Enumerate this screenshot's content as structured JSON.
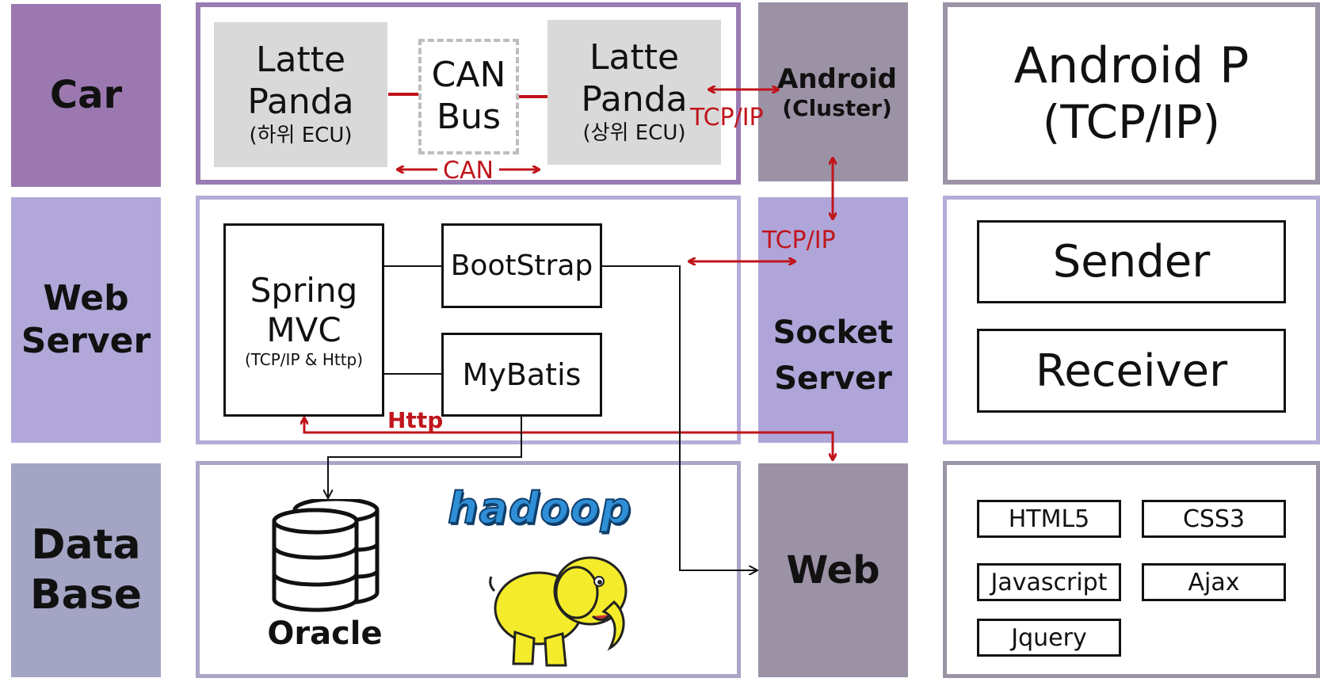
{
  "rows": {
    "car": [
      "Car"
    ],
    "web_server": [
      "Web",
      "Server"
    ],
    "database": [
      "Data",
      "Base"
    ]
  },
  "car": {
    "lower_ecu": {
      "line1": "Latte",
      "line2": "Panda",
      "sub": "(하위 ECU)"
    },
    "can_bus": {
      "line1": "CAN",
      "line2": "Bus"
    },
    "upper_ecu": {
      "line1": "Latte",
      "line2": "Panda",
      "sub": "(상위 ECU)"
    },
    "can_label": "CAN"
  },
  "android": {
    "title": "Android",
    "sub": "(Cluster)"
  },
  "socket_server": {
    "line1": "Socket",
    "line2": "Server"
  },
  "web": {
    "title": "Web"
  },
  "web_server": {
    "spring": {
      "line1": "Spring",
      "line2": "MVC",
      "sub": "(TCP/IP & Http)"
    },
    "bootstrap": "BootStrap",
    "mybatis": "MyBatis"
  },
  "database": {
    "oracle": "Oracle",
    "hadoop": "hadoop"
  },
  "connections": {
    "tcpip_car": "TCP/IP",
    "tcpip_socket": "TCP/IP",
    "http": "Http"
  },
  "right": {
    "android_p": {
      "line1": "Android P",
      "line2": "(TCP/IP)"
    },
    "sender": "Sender",
    "receiver": "Receiver",
    "tech": [
      "HTML5",
      "CSS3",
      "Javascript",
      "Ajax",
      "Jquery"
    ]
  },
  "colors": {
    "car": "#9b79b0",
    "web_server": "#b1a7d8",
    "database": "#a4a4c4",
    "arrow_red": "#c0151c",
    "hadoop_yellow": "#f4ec2a",
    "hadoop_blue": "#2f8fd6"
  }
}
